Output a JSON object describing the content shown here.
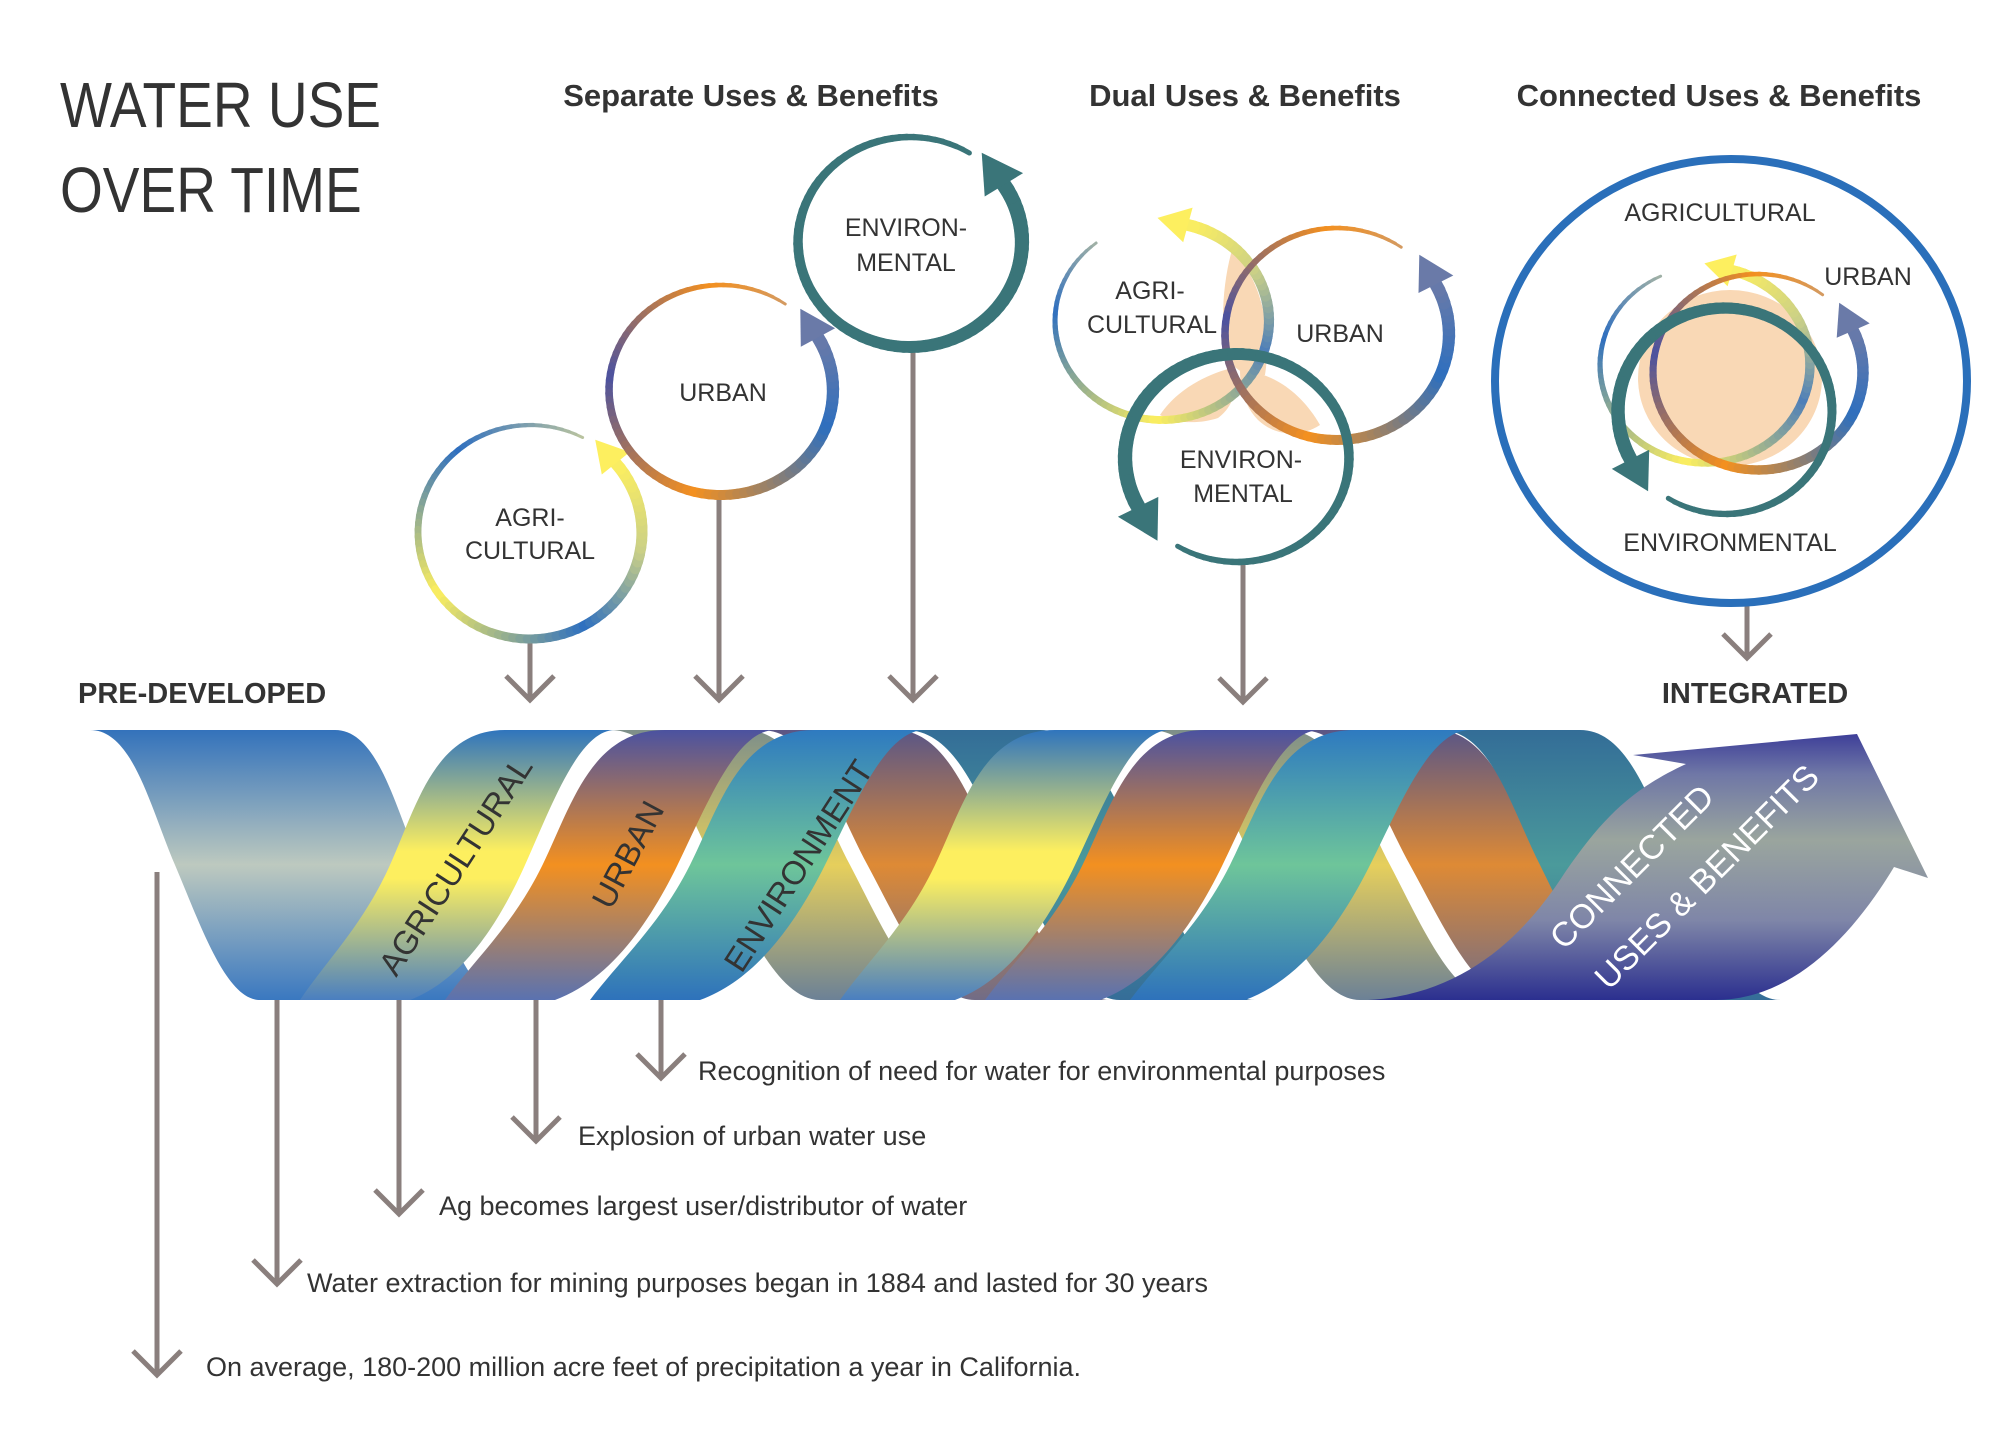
{
  "title": {
    "line1": "WATER USE",
    "line2": "OVER TIME"
  },
  "headers": {
    "separate": "Separate Uses & Benefits",
    "dual": "Dual Uses & Benefits",
    "connected": "Connected Uses & Benefits"
  },
  "stages": {
    "start": "PRE-DEVELOPED",
    "end": "INTEGRATED"
  },
  "separate_rings": {
    "agricultural": {
      "line1": "AGRI-",
      "line2": "CULTURAL"
    },
    "urban": {
      "line1": "URBAN"
    },
    "environmental": {
      "line1": "ENVIRON-",
      "line2": "MENTAL"
    }
  },
  "dual_rings": {
    "agricultural": {
      "line1": "AGRI-",
      "line2": "CULTURAL"
    },
    "urban": {
      "line1": "URBAN"
    },
    "environmental": {
      "line1": "ENVIRON-",
      "line2": "MENTAL"
    }
  },
  "connected_ring": {
    "agricultural": "AGRICULTURAL",
    "urban": "URBAN",
    "environmental": "ENVIRONMENTAL"
  },
  "band_labels": {
    "agricultural": "AGRICULTURAL",
    "urban": "URBAN",
    "environment": "ENVIRONMENT",
    "connected_line1": "CONNECTED",
    "connected_line2": "USES & BENEFITS"
  },
  "timeline_notes": [
    "Recognition of need for water for environmental purposes",
    "Explosion of urban water use",
    "Ag becomes largest  user/distributor of water",
    "Water extraction for mining purposes began in 1884 and lasted for 30 years",
    "On average, 180-200 million acre feet of precipitation a year in California."
  ],
  "colors": {
    "text": "#333333",
    "pointer_arrow": "#8a7f7d",
    "agricultural_yellow": "#fdef5f",
    "urban_orange": "#f39020",
    "urban_purple": "#4b52a0",
    "environmental_teal": "#3a7579",
    "environment_green": "#6ec59a",
    "water_blue": "#2e74bd",
    "overlap_peach": "#f9d8b5",
    "integrated_ring_blue": "#2a6fba",
    "connected_arrow_navy": "#2b2f8f"
  }
}
